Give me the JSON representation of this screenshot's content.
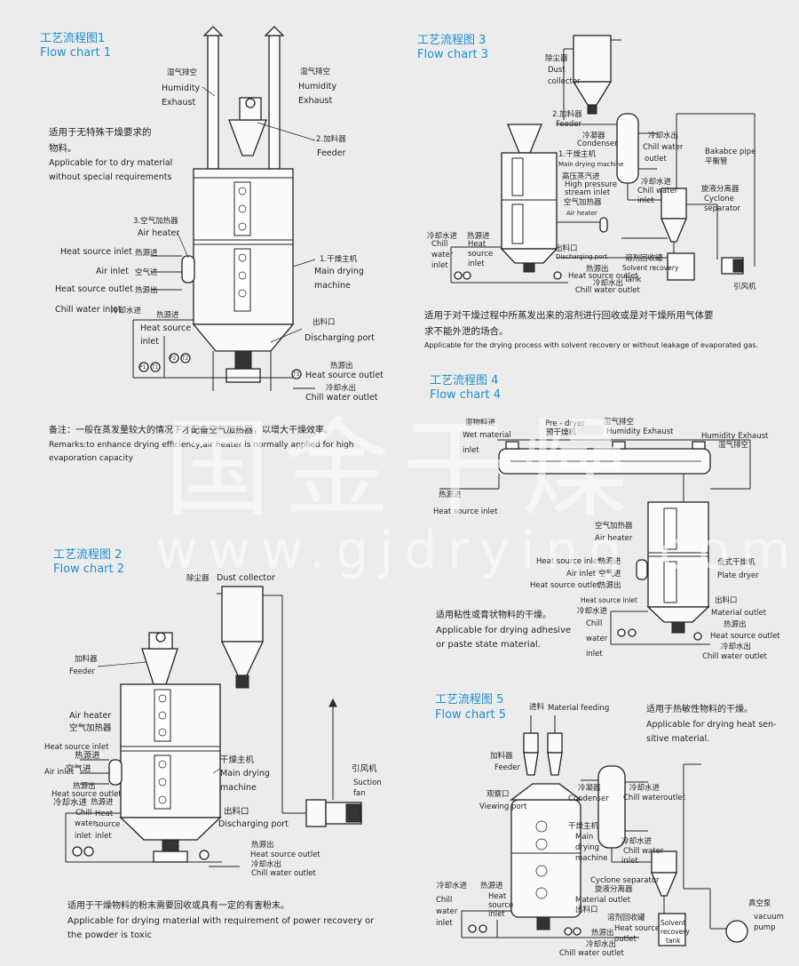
{
  "watermark": {
    "cn": "国金干燥",
    "url": "www.gjdrying.com"
  },
  "flow1": {
    "title_cn": "工艺流程图1",
    "title_en": "Flow chart 1",
    "desc_cn_1": "适用于无特殊干燥要求的",
    "desc_cn_2": "物料。",
    "desc_en_1": "Applicable for to dry material",
    "desc_en_2": "without special requirements",
    "humidity_cn_a": "湿气排空",
    "humidity_en_a1": "Humidity",
    "humidity_en_a2": "Exhaust",
    "humidity_cn_b": "湿气排空",
    "humidity_en_b1": "Humidity",
    "humidity_en_b2": "Exhaust",
    "feeder_cn": "2.加料器",
    "feeder_en": "Feeder",
    "air_heater_cn": "3.空气加热器",
    "air_heater_en": "Air heater",
    "hs_inlet_en": "Heat source inlet",
    "hs_inlet_cn": "热源进",
    "air_inlet_en": "Air inlet",
    "air_inlet_cn": "空气进",
    "hs_outlet_en": "Heat source outlet",
    "hs_outlet_cn": "热源出",
    "chill_inlet_en": "Chill water inlet",
    "chill_inlet_cn": "冷却水进",
    "hs_in2_cn": "热源进",
    "hs_in2_en1": "Heat source",
    "hs_in2_en2": "inlet",
    "main_cn": "1.干燥主机",
    "main_en1": "Main drying",
    "main_en2": "machine",
    "discharge_cn": "出料口",
    "discharge_en": "Discharging port",
    "hs_out2_cn": "热源出",
    "hs_out2_en": "Heat source outlet",
    "chill_out_cn": "冷却水出",
    "chill_out_en": "Chill water outlet",
    "valves": [
      "P1",
      "T1",
      "P2",
      "T2",
      "T3"
    ],
    "remark_cn": "备注：一般在蒸发量较大的情况下才配备空气加热器，以增大干燥效率。",
    "remark_en_1": "Remarks:to enhance drying efficiency,air heater is normally applied for high",
    "remark_en_2": "evaporation capacity"
  },
  "flow2": {
    "title_cn": "工艺流程图 2",
    "title_en": "Flow chart 2",
    "dust_cn": "除尘器",
    "dust_en": "Dust collector",
    "feeder_cn": "加料器",
    "feeder_en": "Feeder",
    "air_heater_en": "Air heater",
    "air_heater_cn": "空气加热器",
    "hs_inlet_en": "Heat source inlet",
    "hs_inlet_cn": "热源进",
    "air_inlet_en": "Air inlet",
    "air_inlet_cn": "空气进",
    "hs_outlet_en": "Heat source outlet",
    "hs_outlet_cn": "热源出",
    "chill_in_cn": "冷却水进",
    "chill_in_en1": "Chill",
    "chill_in_en2": "water",
    "chill_in_en3": "inlet",
    "hs_in2_cn": "热源进",
    "hs_in2_en1": "Heat",
    "hs_in2_en2": "source",
    "hs_in2_en3": "inlet",
    "main_cn": "干燥主机",
    "main_en1": "Main drying",
    "main_en2": "machine",
    "discharge_cn": "出料口",
    "discharge_en": "Discharging port",
    "fan_cn": "引风机",
    "fan_en1": "Suction",
    "fan_en2": "fan",
    "hs_out2_cn": "热源出",
    "hs_out2_en": "Heat source outlet",
    "chill_out_cn": "冷却水出",
    "chill_out_en": "Chill water outlet",
    "desc_cn": "适用于干燥物料的粉末需要回收或具有一定的有害粉末。",
    "desc_en_1": "Applicable for drying material with requirement of power recovery or",
    "desc_en_2": "the powder is toxic"
  },
  "flow3": {
    "title_cn": "工艺流程图 3",
    "title_en": "Flow chart 3",
    "dust_cn": "除尘器",
    "dust_en1": "Dust",
    "dust_en2": "collector",
    "feeder_cn": "2.加料器",
    "feeder_en": "Feeder",
    "condenser_cn": "冷凝器",
    "condenser_en": "Condenser",
    "chill_out_cn": "冷却水出",
    "chill_out_en1": "Chill water",
    "chill_out_en2": "outlet",
    "main_cn": "1.干燥主机",
    "main_en": "Main drying machine",
    "steam_cn": "高压蒸汽进",
    "steam_en1": "High pressure",
    "steam_en2": "stream inlet",
    "chill_in_cn": "冷却水进",
    "chill_in_en1": "Chill water",
    "chill_in_en2": "inlet",
    "balance_en1": "Bakabce pipe",
    "balance_cn": "平衡管",
    "cyclone_cn": "旋液分离器",
    "cyclone_en1": "Cyclone",
    "cyclone_en2": "separator",
    "air_heater_cn": "空气加热器",
    "air_heater_en": "Air heater",
    "chill_in2_cn": "冷却水进",
    "chill_in2_en1": "Chill",
    "chill_in2_en2": "water",
    "chill_in2_en3": "inlet",
    "hs_in_cn": "热源进",
    "hs_in_en1": "Heat",
    "hs_in_en2": "source",
    "hs_in_en3": "inlet",
    "discharge_cn": "出料口",
    "discharge_en": "Discharging port",
    "hs_out_cn": "热源出",
    "hs_out_en": "Heat source outlet",
    "chill_out2_cn": "冷却水出",
    "chill_out2_en": "Chill water outlet",
    "tank_cn": "溶剂回收罐",
    "tank_en1": "Solvent recovery",
    "tank_en2": "Tank",
    "fan_cn": "引风机",
    "desc_cn_1": "适用于对干燥过程中所蒸发出来的溶剂进行回收或是对干燥所用气体要",
    "desc_cn_2": "求不能外泄的场合。",
    "desc_en": "Applicable for the drying process with solvent recovery or without leakage of evaporated gas."
  },
  "flow4": {
    "title_cn": "工艺流程图 4",
    "title_en": "Flow chart 4",
    "wet_cn": "湿物料进",
    "wet_en1": "Wet material",
    "wet_en2": "inlet",
    "predryer_en": "Pre - dryer",
    "predryer_cn": "预干燥机",
    "humidity_cn": "湿气排空",
    "humidity_en": "Humidity Exhaust",
    "humidity2_en": "Humidity Exhaust",
    "humidity2_cn": "湿气排空",
    "hs_in_cn": "热源进",
    "hs_in_en": "Heat source inlet",
    "air_heater_cn": "空气加热器",
    "air_heater_en": "Air heater",
    "hs_inlet_en": "Heat source inlet",
    "hs_inlet_cn": "热源进",
    "air_inlet_en": "Air inlet",
    "air_inlet_cn": "空气进",
    "hs_outlet_en": "Heat source outlet",
    "hs_outlet_cn": "热源出",
    "plate_cn": "盘式干燥机",
    "plate_en": "Plate dryer",
    "hs_inlet2_en": "Heat source inlet",
    "chill_in_cn": "冷却水进",
    "chill_in_en1": "Chill",
    "chill_in_en2": "water",
    "chill_in_en3": "inlet",
    "discharge_cn": "出料口",
    "discharge_en": "Material outlet",
    "hs_out_cn": "热源出",
    "hs_out_en": "Heat source outlet",
    "chill_out_cn": "冷却水出",
    "chill_out_en": "Chill water outlet",
    "desc_cn": "适用粘性或膏状物料的干燥。",
    "desc_en_1": "Applicable for drying adhesive",
    "desc_en_2": "or paste state material."
  },
  "flow5": {
    "title_cn": "工艺流程图 5",
    "title_en": "Flow chart 5",
    "feed_cn": "进料",
    "feed_en": "Material feeding",
    "desc_cn": "适用于热敏性物料的干燥。",
    "desc_en_1": "Applicable for drying heat sen-",
    "desc_en_2": "sitive material.",
    "feeder_cn": "加料器",
    "feeder_en": "Feeder",
    "condenser_cn": "冷凝器",
    "condenser_en": "Condenser",
    "chill_out_cn": "冷却水进",
    "chill_out_en": "Chill wateroutlet",
    "view_cn": "观察口",
    "view_en": "Viewing port",
    "main_cn": "干燥主机",
    "main_en1": "Main",
    "main_en2": "drying",
    "main_en3": "machine",
    "chill_in_cn": "冷却水进",
    "chill_in_en1": "Chill water",
    "chill_in_en2": "inlet",
    "cyclone_en": "Cyclone separator",
    "cyclone_cn": "旋液分离器",
    "chill_in2_cn": "冷却水进",
    "chill_in2_en1": "Chill",
    "chill_in2_en2": "water",
    "chill_in2_en3": "inlet",
    "hs_in_cn": "热源进",
    "hs_in_en1": "Heat",
    "hs_in_en2": "source",
    "hs_in_en3": "inlet",
    "material_out_en": "Material outlet",
    "material_out_cn": "出料口",
    "tank_cn": "溶剂回收罐",
    "tank_en1": "Solvent",
    "tank_en2": "recovery",
    "tank_en3": "tank",
    "hs_out_en1": "Heat source",
    "hs_out_en2": "outlet",
    "hs_out_cn": "热源出",
    "chill_out2_cn": "冷却水出",
    "chill_out2_en": "Chill water outlet",
    "vacuum_cn": "真空泵",
    "vacuum_en1": "vacuum",
    "vacuum_en2": "pump"
  }
}
